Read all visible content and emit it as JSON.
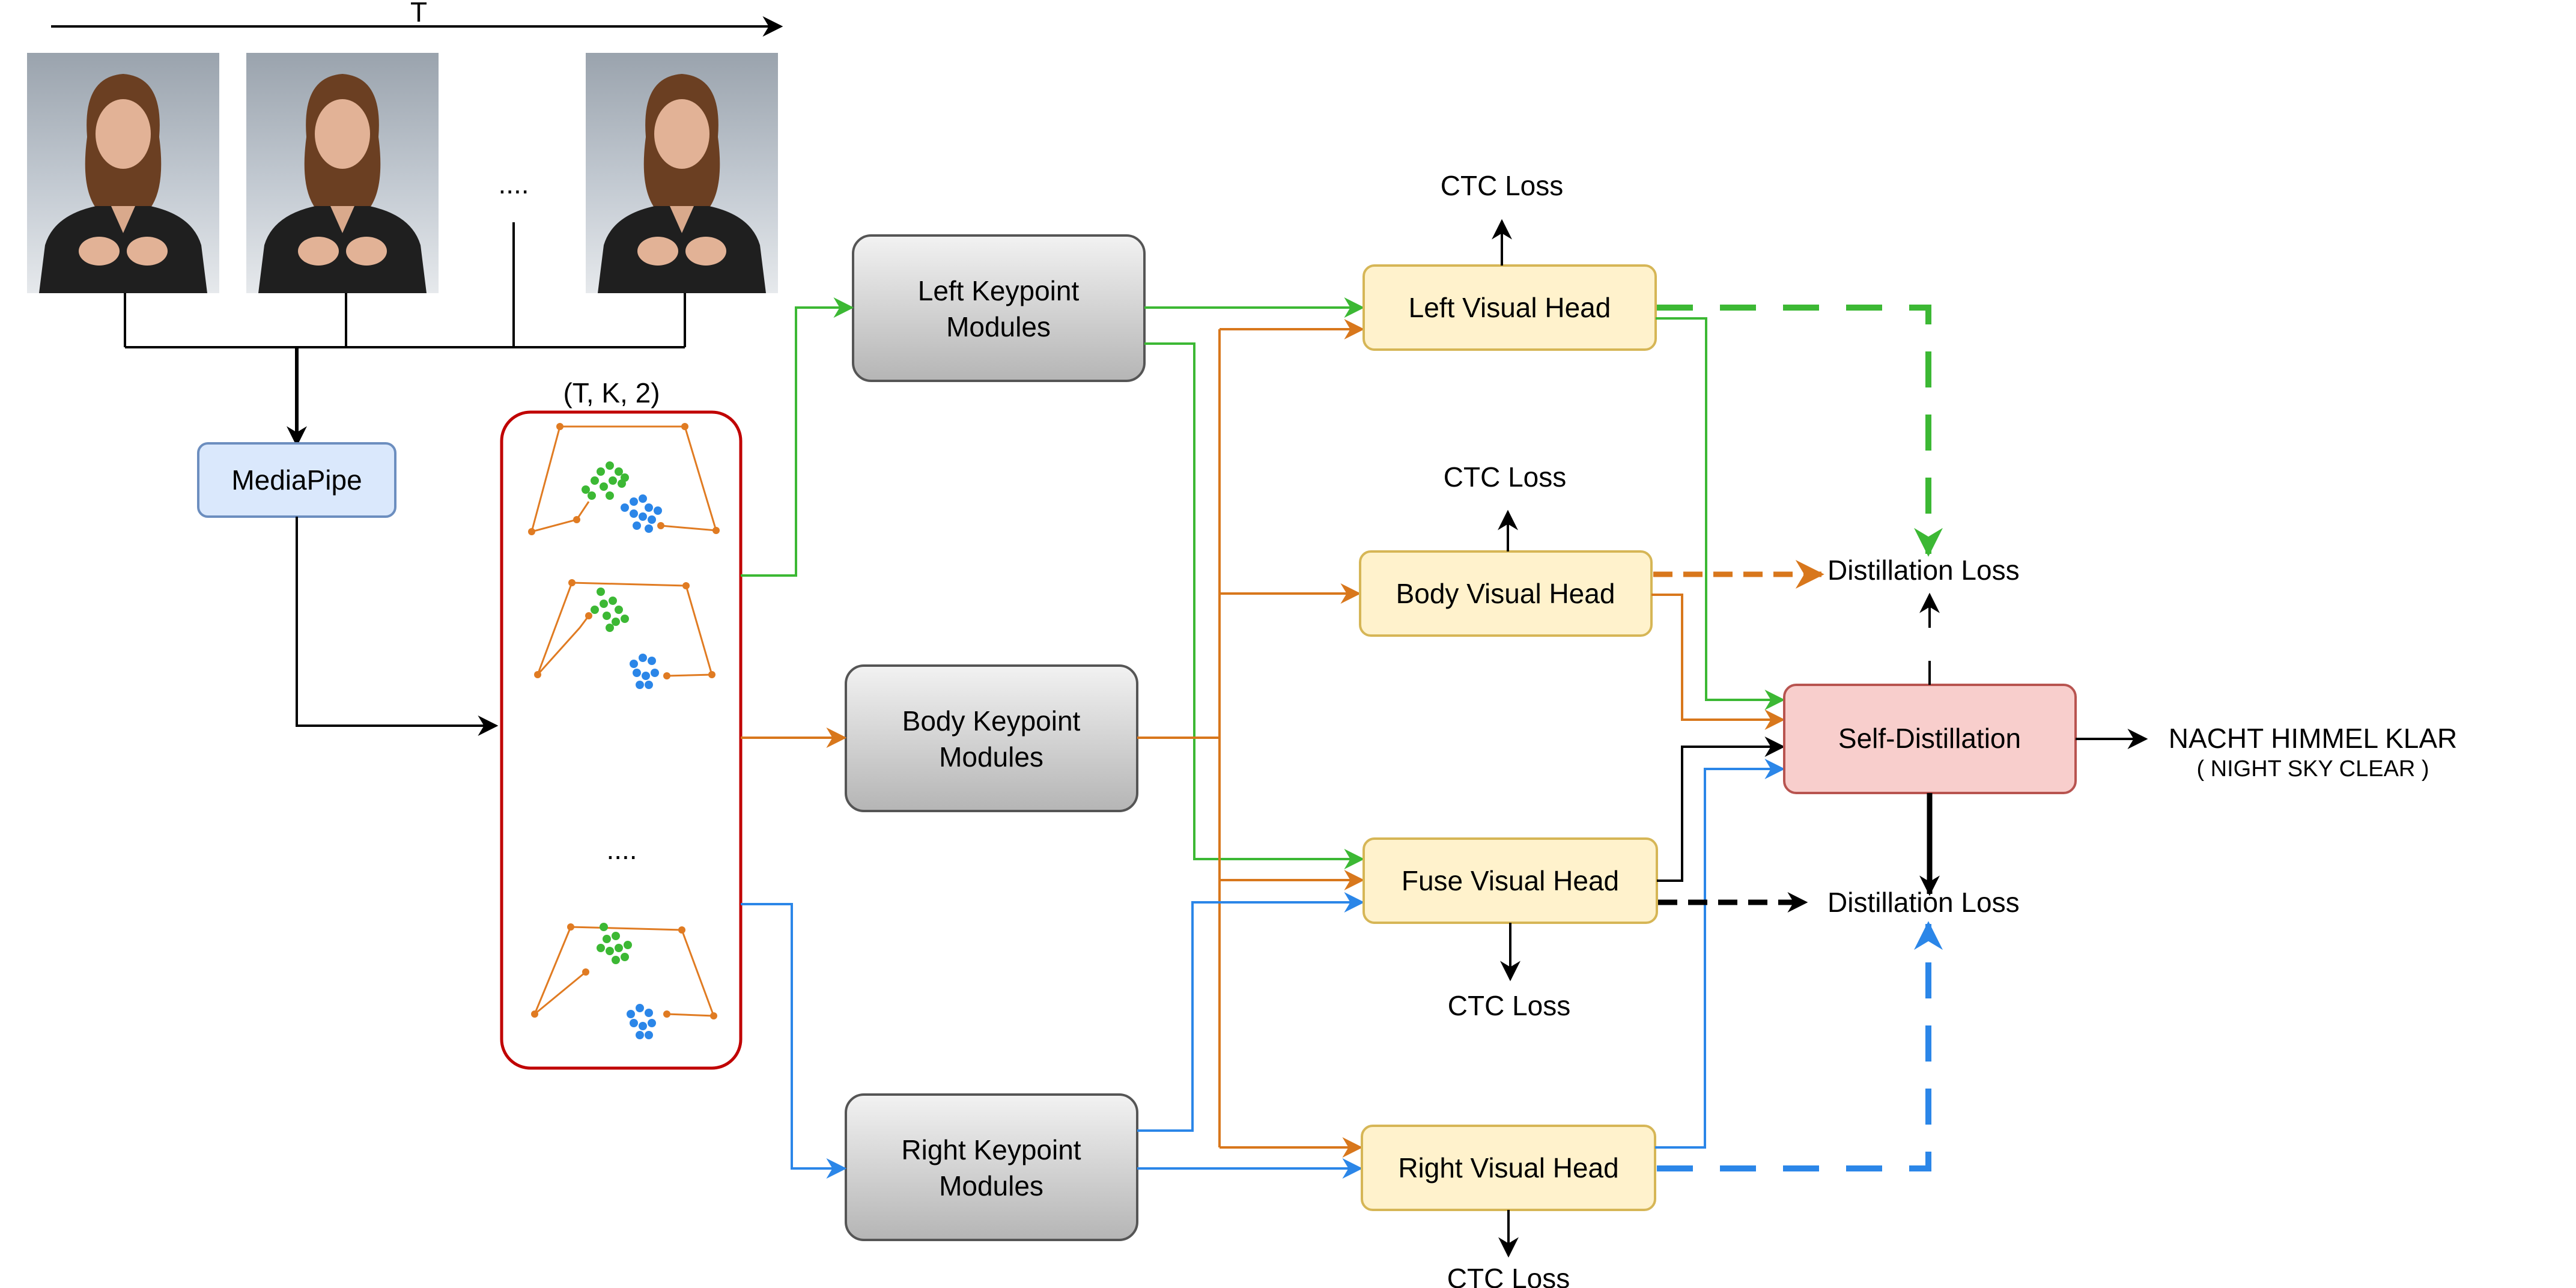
{
  "time_axis": {
    "label": "T"
  },
  "frames": {
    "ellipsis": "....",
    "signer_icons": [
      "signer-frame-1",
      "signer-frame-2",
      "signer-frame-3"
    ]
  },
  "mediapipe": {
    "label": "MediaPipe"
  },
  "keypoints": {
    "shape_label": "(T, K, 2)",
    "ellipsis": "....",
    "colors": {
      "border": "#c00000",
      "body": "#e07b22",
      "left_hand": "#3cb834",
      "right_hand": "#2b86e8"
    }
  },
  "modules": {
    "left": [
      "Left Keypoint",
      "Modules"
    ],
    "body": [
      "Body Keypoint",
      "Modules"
    ],
    "right": [
      "Right Keypoint",
      "Modules"
    ]
  },
  "heads": {
    "left": "Left Visual Head",
    "body": "Body Visual Head",
    "fuse": "Fuse Visual Head",
    "right": "Right Visual Head"
  },
  "losses": {
    "ctc_left": "CTC Loss",
    "ctc_body": "CTC Loss",
    "ctc_fuse": "CTC Loss",
    "ctc_right": "CTC Loss",
    "distill_top": "Distillation Loss",
    "distill_bottom": "Distillation Loss"
  },
  "self_distillation": {
    "label": "Self-Distillation"
  },
  "output": {
    "gloss": "NACHT HIMMEL KLAR",
    "translation": "( NIGHT SKY CLEAR )"
  },
  "colors": {
    "green": "#3cb834",
    "orange": "#d8771c",
    "blue": "#2b86e8",
    "black": "#000000",
    "module_fill_top": "#f2f2f2",
    "module_fill_bottom": "#b8b8b8",
    "head_fill": "#fff2cc",
    "head_stroke": "#d6b656",
    "sd_fill": "#f8cecc",
    "sd_stroke": "#b85450",
    "mp_fill": "#dae8fc",
    "mp_stroke": "#6c8ebf"
  }
}
